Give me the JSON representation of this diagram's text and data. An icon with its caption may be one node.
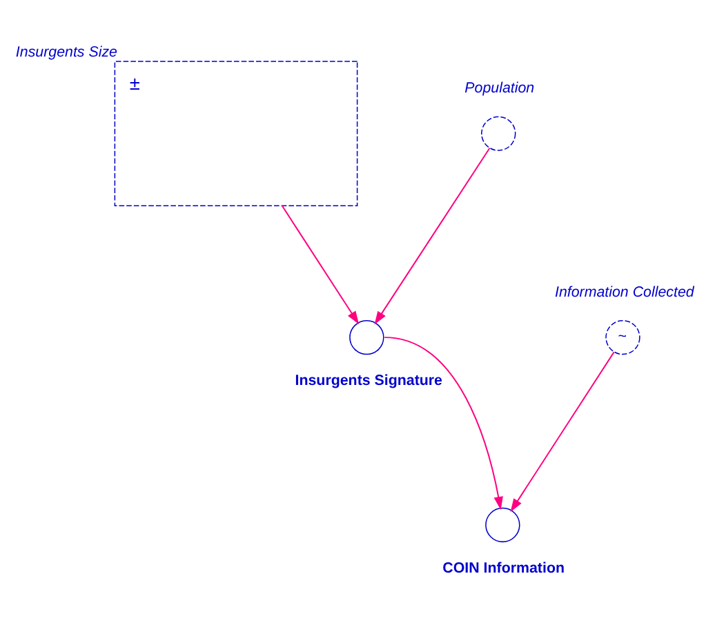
{
  "diagram": {
    "nodes": [
      {
        "text": [
          "Insurgents Size",
          "±"
        ]
      },
      {
        "text": [
          "Population"
        ]
      },
      {
        "text": [
          "Insurgents Signature"
        ]
      },
      {
        "text": [
          "Information Collected",
          "~"
        ]
      },
      {
        "text": [
          "COIN Information"
        ]
      }
    ],
    "edges": [
      {
        "from": 0,
        "to": 2,
        "arrow": "to"
      },
      {
        "from": 1,
        "to": 2,
        "arrow": "to"
      },
      {
        "from": 2,
        "to": 4,
        "arrow": "to"
      },
      {
        "from": 3,
        "to": 4,
        "arrow": "to"
      }
    ]
  }
}
